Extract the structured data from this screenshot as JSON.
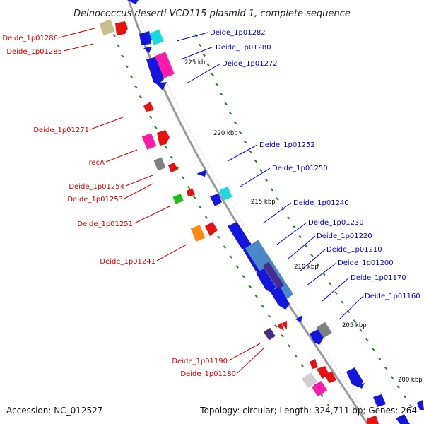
{
  "title": "Deinococcus deserti VCD115 plasmid 1, complete sequence",
  "footer": {
    "accession": "Accession: NC_012527",
    "summary": "Topology: circular; Length: 324,711 bp; Genes: 264"
  },
  "scale_labels": [
    "225 kbp",
    "220 kbp",
    "215 kbp",
    "210 kbp",
    "205 kbp",
    "200 kbp"
  ],
  "labels_left": [
    "Deide_1p01286",
    "Deide_1p01285",
    "Deide_1p01271",
    "recA",
    "Deide_1p01254",
    "Deide_1p01253",
    "Deide_1p01251",
    "Deide_1p01241",
    "Deide_1p01190",
    "Deide_1p01180"
  ],
  "labels_right": [
    "Deide_1p01282",
    "Deide_1p01280",
    "Deide_1p01272",
    "Deide_1p01252",
    "Deide_1p01250",
    "Deide_1p01240",
    "Deide_1p01230",
    "Deide_1p01220",
    "Deide_1p01210",
    "Deide_1p01200",
    "Deide_1p01170",
    "Deide_1p01160"
  ],
  "colors": {
    "backbone": "#808080",
    "forward_genes": "#1515e0",
    "reverse_genes": "#e01010",
    "tick_marks": "#1a8a1a",
    "label_red": "#cc0000",
    "label_blue": "#0000cc"
  }
}
